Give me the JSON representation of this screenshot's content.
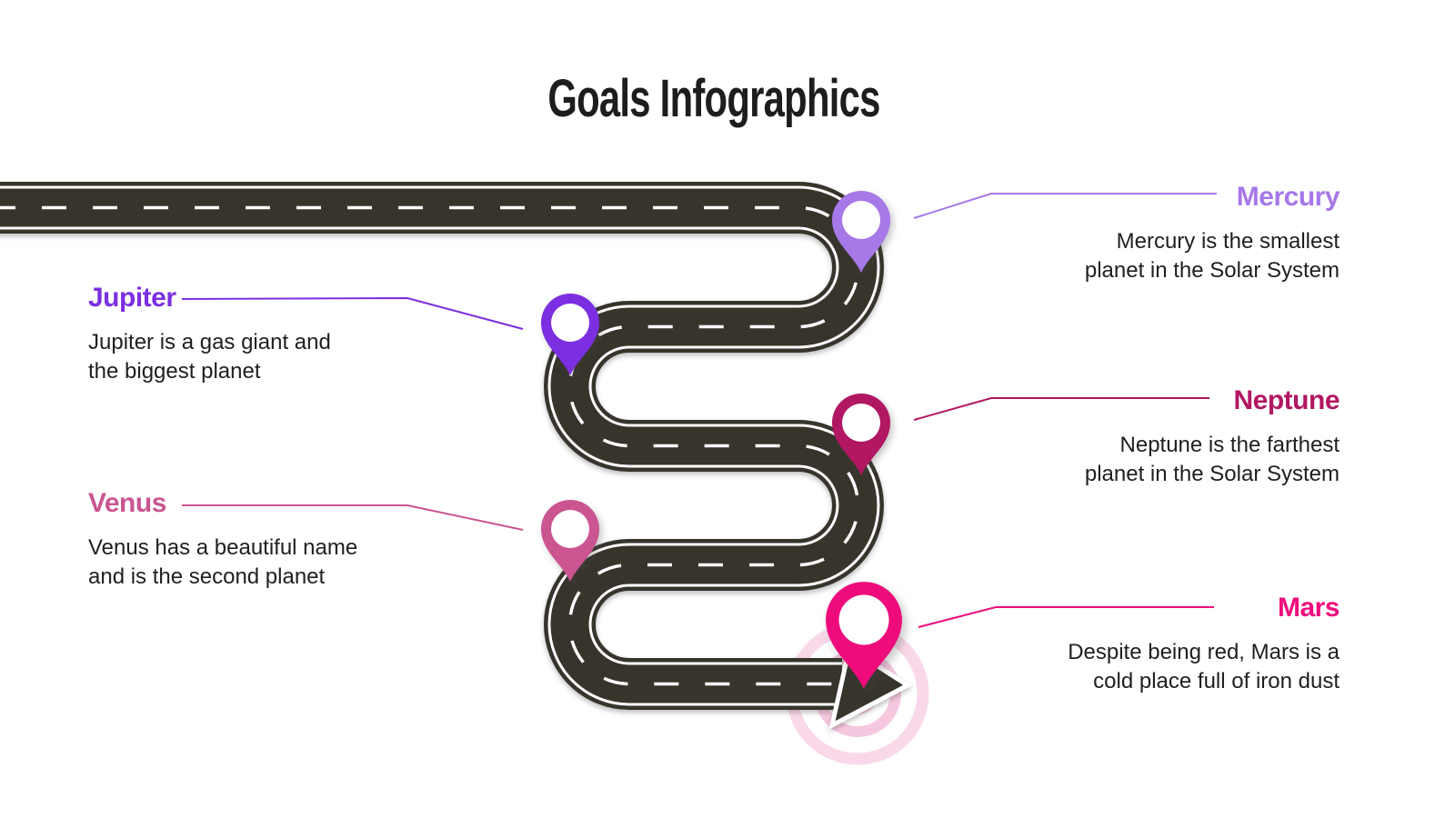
{
  "title": "Goals Infographics",
  "background": "#ffffff",
  "text_color": "#1f1f1f",
  "road": {
    "color": "#37342b",
    "marking_color": "#ffffff"
  },
  "rings": {
    "outer_color": "#f9d9e9",
    "inner_color": "#f6c8df"
  },
  "planets": [
    {
      "name": "Mercury",
      "description": "Mercury is the smallest\nplanet in the Solar System",
      "color": "#a678e8",
      "side": "right"
    },
    {
      "name": "Jupiter",
      "description": "Jupiter is a gas giant and\nthe biggest planet",
      "color": "#7b2fe0",
      "side": "left"
    },
    {
      "name": "Neptune",
      "description": "Neptune is the farthest\nplanet in the Solar System",
      "color": "#b11762",
      "side": "right"
    },
    {
      "name": "Venus",
      "description": "Venus has a beautiful name\nand is the second planet",
      "color": "#ca5591",
      "side": "left"
    },
    {
      "name": "Mars",
      "description": "Despite being red, Mars is a\ncold place full of iron dust",
      "color": "#ee0c7c",
      "side": "right"
    }
  ]
}
